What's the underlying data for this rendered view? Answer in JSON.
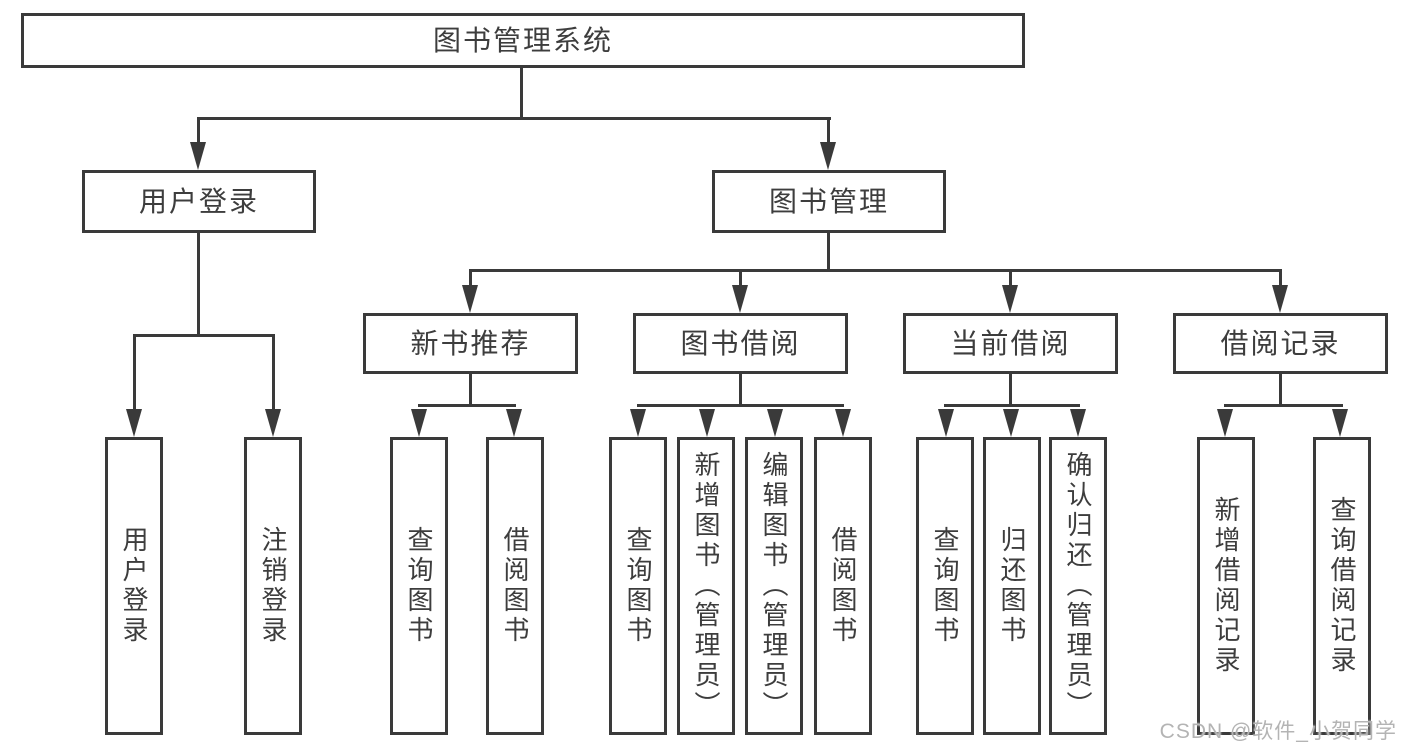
{
  "diagram_title": "图书管理系统",
  "tree": {
    "label": "图书管理系统",
    "children": [
      {
        "label": "用户登录",
        "children": [
          {
            "label": "用户登录"
          },
          {
            "label": "注销登录"
          }
        ]
      },
      {
        "label": "图书管理",
        "children": [
          {
            "label": "新书推荐",
            "children": [
              {
                "label": "查询图书"
              },
              {
                "label": "借阅图书"
              }
            ]
          },
          {
            "label": "图书借阅",
            "children": [
              {
                "label": "查询图书"
              },
              {
                "label": "新增图书（管理员）"
              },
              {
                "label": "编辑图书（管理员）"
              },
              {
                "label": "借阅图书"
              }
            ]
          },
          {
            "label": "当前借阅",
            "children": [
              {
                "label": "查询图书"
              },
              {
                "label": "归还图书"
              },
              {
                "label": "确认归还（管理员）"
              }
            ]
          },
          {
            "label": "借阅记录",
            "children": [
              {
                "label": "新增借阅记录"
              },
              {
                "label": "查询借阅记录"
              }
            ]
          }
        ]
      }
    ]
  },
  "watermark": "CSDN @软件_小贺同学",
  "colors": {
    "line": "#3a3a3a",
    "text": "#3d3d3d",
    "watermark": "#b4b4b4",
    "background": "#ffffff"
  }
}
